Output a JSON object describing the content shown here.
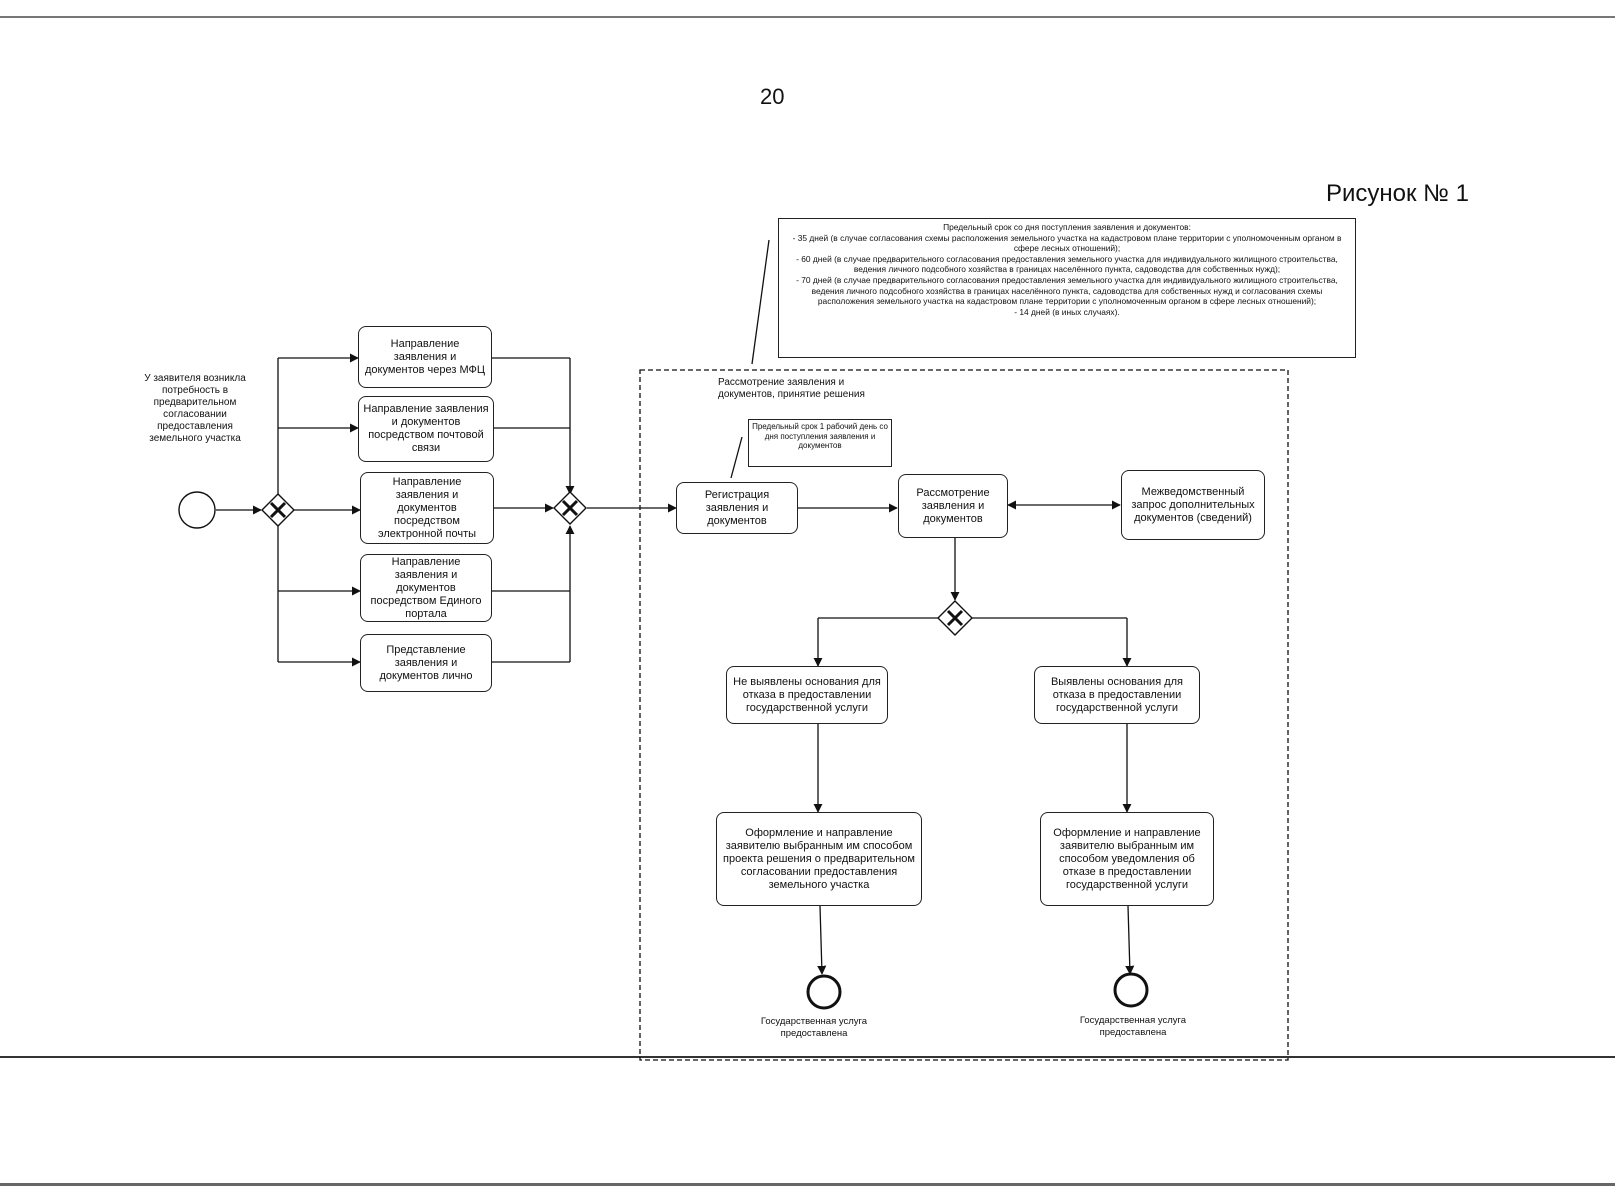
{
  "page": {
    "number": "20",
    "figure_label": "Рисунок № 1"
  },
  "start": {
    "label": "У заявителя возникла потребность в предварительном согласовании предоставления земельного участка"
  },
  "channels": [
    {
      "label": "Направление заявления и документов через МФЦ"
    },
    {
      "label": "Направление заявления и документов посредством почтовой связи"
    },
    {
      "label": "Направление заявления и документов посредством электронной почты"
    },
    {
      "label": "Направление заявления и документов посредством Единого портала"
    },
    {
      "label": "Представление заявления и документов лично"
    }
  ],
  "deadline_note": {
    "lines": [
      "Предельный срок со дня поступления заявления и документов:",
      "- 35 дней (в случае согласования схемы расположения земельного участка на кадастровом плане территории с уполномоченным органом в сфере лесных отношений);",
      "- 60 дней (в случае предварительного согласования предоставления земельного участка для индивидуального жилищного строительства, ведения личного подсобного хозяйства в границах населённого пункта, садоводства для собственных нужд);",
      "- 70 дней (в случае предварительного согласования предоставления земельного участка для индивидуального жилищного строительства, ведения личного подсобного хозяйства в границах населённого пункта, садоводства для собственных нужд и согласования схемы расположения земельного участка на кадастровом плане территории с уполномоченным органом в сфере лесных отношений);",
      "- 14 дней (в иных случаях)."
    ]
  },
  "review_group": {
    "title": "Рассмотрение заявления и документов, принятие решения"
  },
  "registration_note": {
    "text": "Предельный срок 1 рабочий день со дня поступления заявления и документов"
  },
  "process": {
    "registration": "Регистрация заявления и документов",
    "review": "Рассмотрение заявления и документов",
    "interagency_request": "Межведомственный запрос дополнительных документов (сведений)",
    "no_grounds": "Не выявлены основания для отказа в предоставлении государственной услуги",
    "grounds_found": "Выявлены основания для отказа в предоставлении государственной услуги",
    "issue_decision": "Оформление и направление заявителю выбранным им способом проекта решения о предварительном согласовании предоставления земельного участка",
    "issue_refusal": "Оформление и направление заявителю выбранным им способом уведомления об отказе в предоставлении государственной услуги"
  },
  "end_events": {
    "left": "Государственная услуга предоставлена",
    "right": "Государственная услуга предоставлена"
  }
}
